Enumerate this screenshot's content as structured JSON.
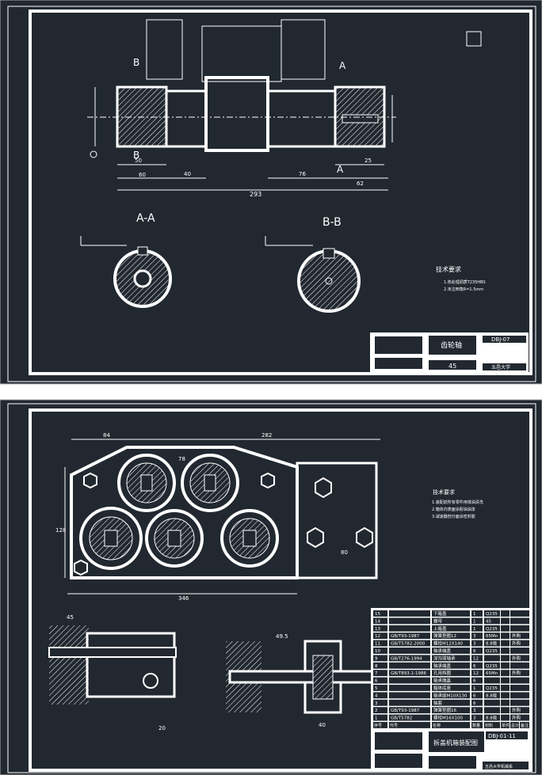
{
  "sheet1": {
    "section_a": "A-A",
    "section_b": "B-B",
    "label_a": "A",
    "label_b": "B",
    "dims": [
      "293",
      "60",
      "50",
      "40",
      "76",
      "62",
      "25"
    ],
    "tech_title": "技术要求",
    "tech_lines": [
      "1.热处理调质T235HBS",
      "2.未注倒角R=1.5mm"
    ],
    "part_name": "齿轮轴",
    "material": "45",
    "drawing_no": "DBJ-07",
    "school": "五邑大学"
  },
  "sheet2": {
    "dims": [
      "84",
      "282",
      "78",
      "128",
      "346",
      "80",
      "45",
      "49.5",
      "40",
      "20"
    ],
    "tech_title": "技术要求",
    "tech_lines": [
      "1.装配前所有零件用煤油清洗",
      "2.箱体内表面涂耐油油漆",
      "3.减速器剖分面涂密封胶"
    ],
    "assembly_name": "拆盖机箱装配图",
    "drawing_no": "DBJ-01-11",
    "school": "五邑大学机械系",
    "parts_header": [
      "序号",
      "代号",
      "名称",
      "数量",
      "材料",
      "单件",
      "总计",
      "备注"
    ],
    "parts": [
      [
        "15",
        "",
        "下箱盖",
        "1",
        "Q235",
        ""
      ],
      [
        "14",
        "",
        "螺母",
        "1",
        "45",
        ""
      ],
      [
        "13",
        "",
        "上箱盖",
        "1",
        "Q235",
        ""
      ],
      [
        "12",
        "GB/T93-1987",
        "弹簧垫圈12",
        "3",
        "65Mn",
        "外购"
      ],
      [
        "11",
        "GB/T5782-2000",
        "螺栓M12X140",
        "3",
        "8.8级",
        "外购"
      ],
      [
        "10",
        "",
        "轴承端盖",
        "6",
        "Q235",
        ""
      ],
      [
        "9",
        "GB/T276-1994",
        "深沟球轴承",
        "12",
        "",
        "外购"
      ],
      [
        "8",
        "",
        "轴承端盖",
        "6",
        "Q235",
        ""
      ],
      [
        "7",
        "GB/T893.1-1986",
        "孔用挡圈",
        "12",
        "65Mn",
        "外购"
      ],
      [
        "6",
        "",
        "轴承端盖",
        "6",
        "",
        ""
      ],
      [
        "5",
        "",
        "箱体底座",
        "1",
        "Q235",
        ""
      ],
      [
        "4",
        "",
        "轴承座M10X130",
        "6",
        "8.8级",
        ""
      ],
      [
        "3",
        "",
        "轴套",
        "6",
        "",
        ""
      ],
      [
        "2",
        "GB/T93-1987",
        "弹簧垫圈16",
        "3",
        "",
        "外购"
      ],
      [
        "1",
        "GB/T5782",
        "螺栓M16X100",
        "3",
        "8.8级",
        "外购"
      ]
    ]
  }
}
